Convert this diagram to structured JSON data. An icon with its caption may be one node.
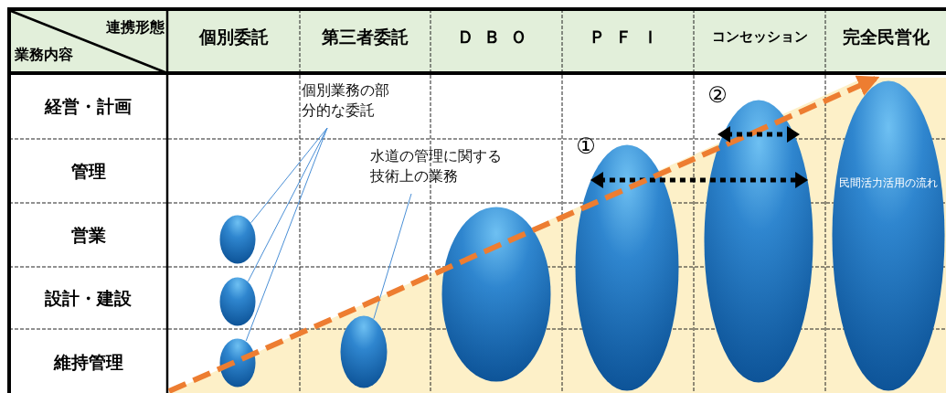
{
  "diagram": {
    "nodes": [
      {
        "text": [
          "個別業務の部分的な委託"
        ]
      },
      {
        "text": [
          "水道の管理に関する技術上の業務"
        ]
      },
      {
        "text": [],
        "shape": "ellipse"
      },
      {
        "text": [],
        "shape": "ellipse"
      },
      {
        "text": [],
        "shape": "ellipse"
      },
      {
        "text": [],
        "shape": "ellipse"
      },
      {
        "text": [],
        "shape": "ellipse"
      },
      {
        "text": [],
        "shape": "ellipse"
      },
      {
        "text": [],
        "shape": "ellipse"
      },
      {
        "text": [
          "民間活力活用の流れ"
        ]
      }
    ],
    "edges": [
      {
        "from": 0,
        "to": 2,
        "arrow": "none"
      },
      {
        "from": 0,
        "to": 3,
        "arrow": "none"
      },
      {
        "from": 0,
        "to": 4,
        "arrow": "none"
      },
      {
        "from": 1,
        "to": 5,
        "arrow": "none"
      },
      {
        "from": 7,
        "to": 8,
        "arrow": "both",
        "style": "dashed",
        "color": "#000000"
      },
      {
        "from": null,
        "to": 9,
        "arrow": "to",
        "style": "dashed",
        "color": "#ed7d31"
      }
    ],
    "labels": [
      "連携形態",
      "業務内容",
      "個別委託",
      "第三者委託",
      "ＤＢＯ",
      "ＰＦＩ",
      "コンセッション",
      "完全民営化",
      "経営・計画",
      "管理",
      "営業",
      "設計・建設",
      "維持管理",
      "①",
      "②"
    ]
  }
}
